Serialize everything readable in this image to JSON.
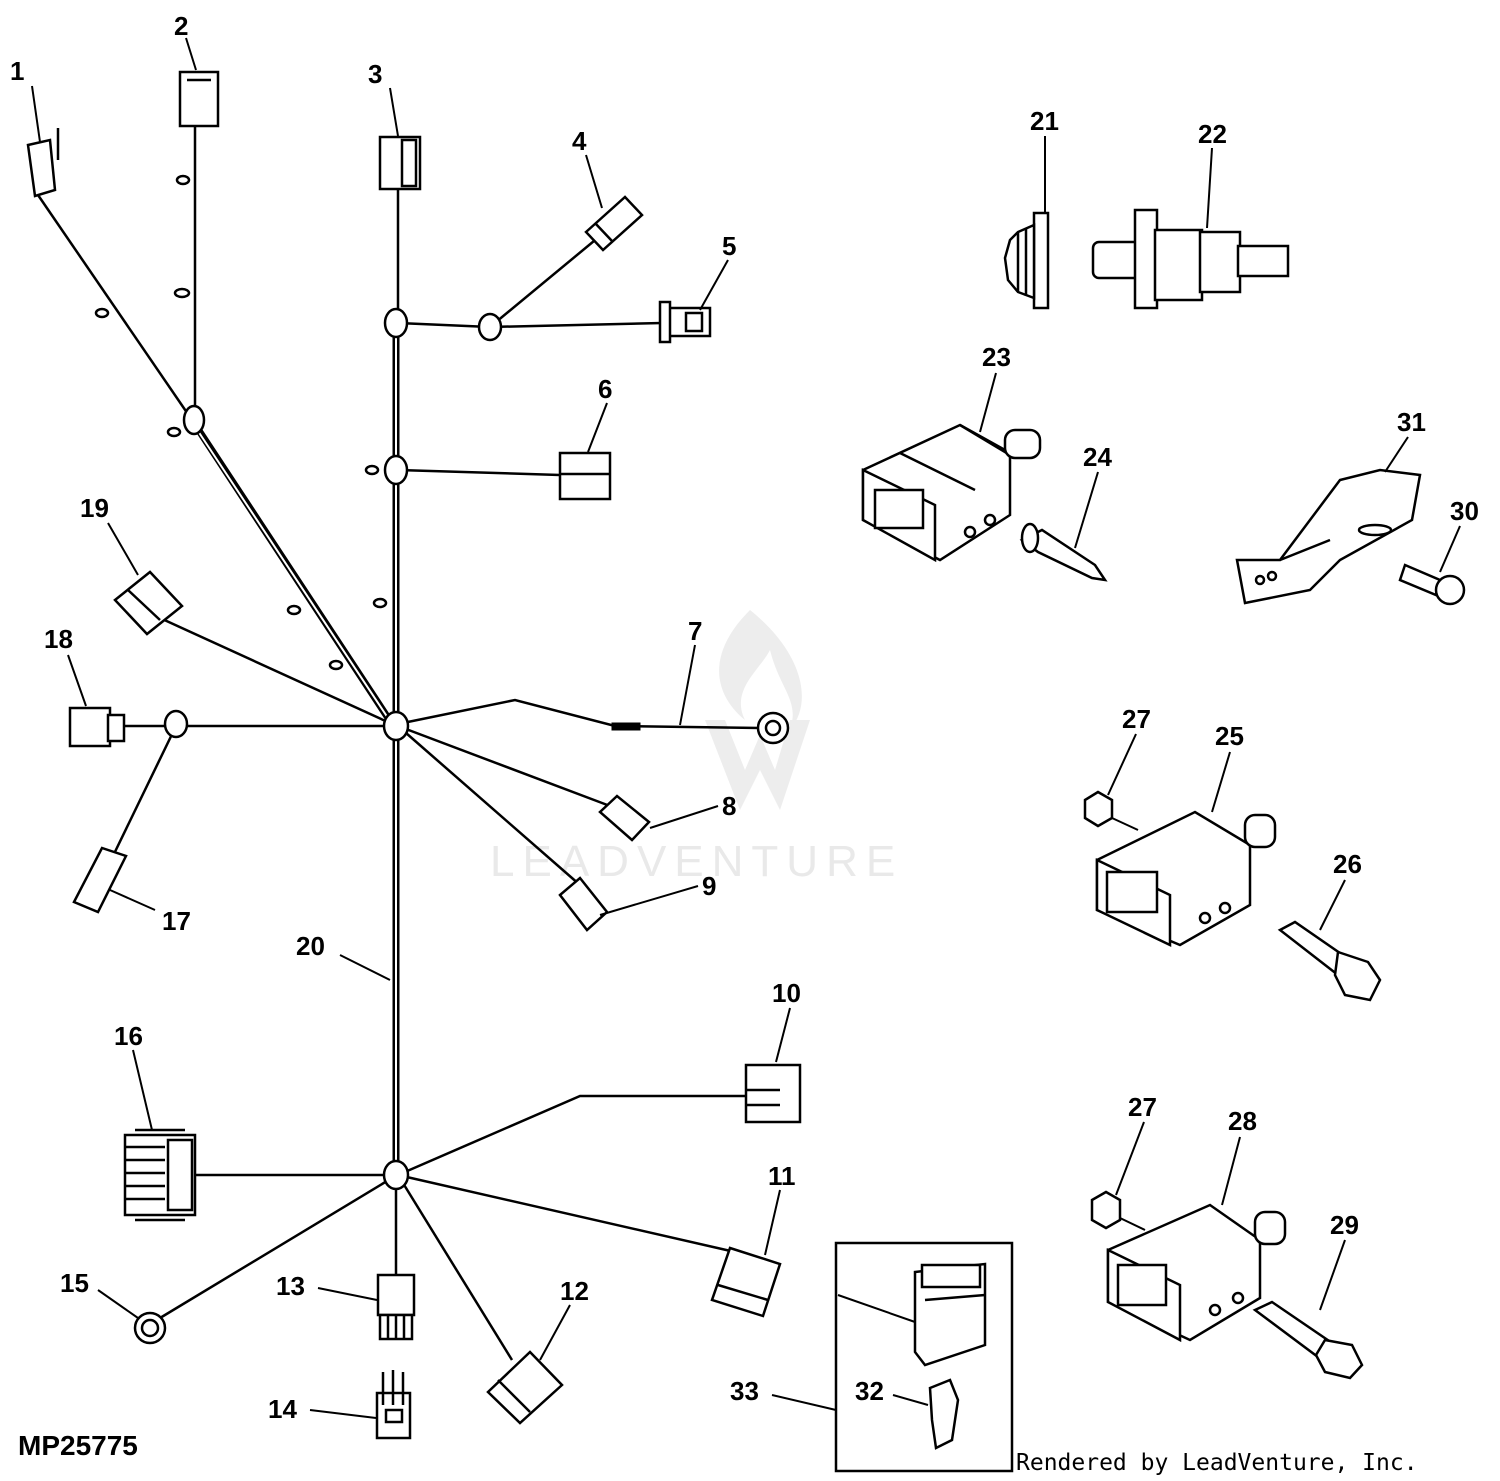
{
  "drawing_id": "MP25775",
  "credit": "Rendered by LeadVenture, Inc.",
  "watermark": "LEADVENTURE",
  "callouts": {
    "c1": "1",
    "c2": "2",
    "c3": "3",
    "c4": "4",
    "c5": "5",
    "c6": "6",
    "c7": "7",
    "c8": "8",
    "c9": "9",
    "c10": "10",
    "c11": "11",
    "c12": "12",
    "c13": "13",
    "c14": "14",
    "c15": "15",
    "c16": "16",
    "c17": "17",
    "c18": "18",
    "c19": "19",
    "c20": "20",
    "c21": "21",
    "c22": "22",
    "c23": "23",
    "c24": "24",
    "c25": "25",
    "c26": "26",
    "c27a": "27",
    "c27b": "27",
    "c28": "28",
    "c29": "29",
    "c30": "30",
    "c31": "31",
    "c32": "32",
    "c33": "33"
  }
}
